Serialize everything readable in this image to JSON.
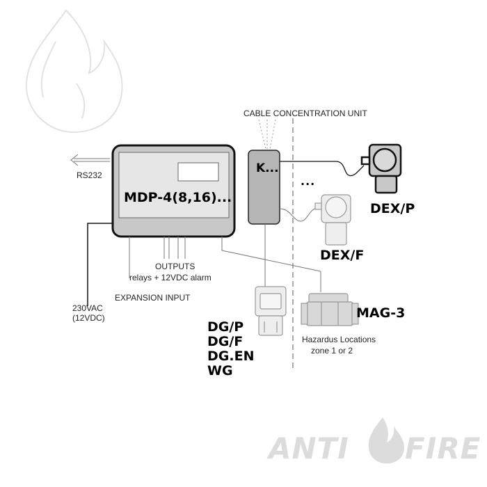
{
  "diagram": {
    "cable_unit_title": "CABLE CONCENTRATION UNIT",
    "rs232": "RS232",
    "controller_name": "MDP-4(8,16)...",
    "k_unit": "K...",
    "ellipsis": "...",
    "dex_p": "DEX/P",
    "dex_f": "DEX/F",
    "mag_3": "MAG-3",
    "outputs_title": "OUTPUTS",
    "outputs_detail": "relays + 12VDC alarm",
    "expansion_input": "EXPANSION INPUT",
    "power_main": "230VAC",
    "power_alt": "(12VDC)",
    "detectors": [
      "DG/P",
      "DG/F",
      "DG.EN",
      "WG"
    ],
    "hazard_line1": "Hazardus Locations",
    "hazard_line2": "zone 1 or 2"
  },
  "logo": {
    "left_word": "ANTI",
    "right_word": "FIRE"
  },
  "colors": {
    "device_fill": "#c8c8c8",
    "k_unit_fill": "#b5b5b5",
    "display_fill": "#e6e6e6",
    "watermark": "#dcdcdc"
  }
}
